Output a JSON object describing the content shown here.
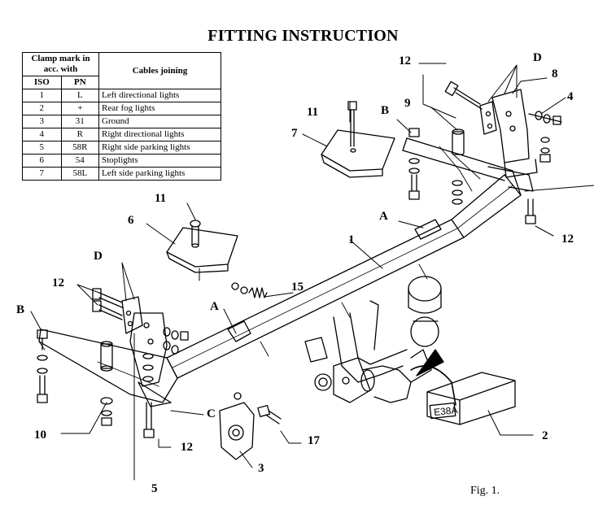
{
  "title": "FITTING INSTRUCTION",
  "table": {
    "header_clamp": "Clamp mark in acc. with",
    "header_cables": "Cables joining",
    "col_iso": "ISO",
    "col_pn": "PN",
    "rows": [
      {
        "iso": "1",
        "pn": "L",
        "cable": "Left directional lights"
      },
      {
        "iso": "2",
        "pn": "+",
        "cable": "Rear fog lights"
      },
      {
        "iso": "3",
        "pn": "31",
        "cable": "Ground"
      },
      {
        "iso": "4",
        "pn": "R",
        "cable": "Right directional lights"
      },
      {
        "iso": "5",
        "pn": "58R",
        "cable": "Right side parking lights"
      },
      {
        "iso": "6",
        "pn": "54",
        "cable": "Stoplights"
      },
      {
        "iso": "7",
        "pn": "58L",
        "cable": "Left side parking lights"
      }
    ]
  },
  "labels": {
    "n1": "1",
    "n2": "2",
    "n3": "3",
    "n4": "4",
    "n5": "5",
    "n6": "6",
    "n7": "7",
    "n8": "8",
    "n9": "9",
    "n10": "10",
    "n11a": "11",
    "n11b": "11",
    "n12a": "12",
    "n12b": "12",
    "n12c": "12",
    "n12d": "12",
    "n15": "15",
    "n17": "17",
    "A1": "A",
    "A2": "A",
    "B1": "B",
    "B2": "B",
    "C": "C",
    "D1": "D",
    "D2": "D"
  },
  "box_label": "E38A",
  "figure": "Fig. 1."
}
